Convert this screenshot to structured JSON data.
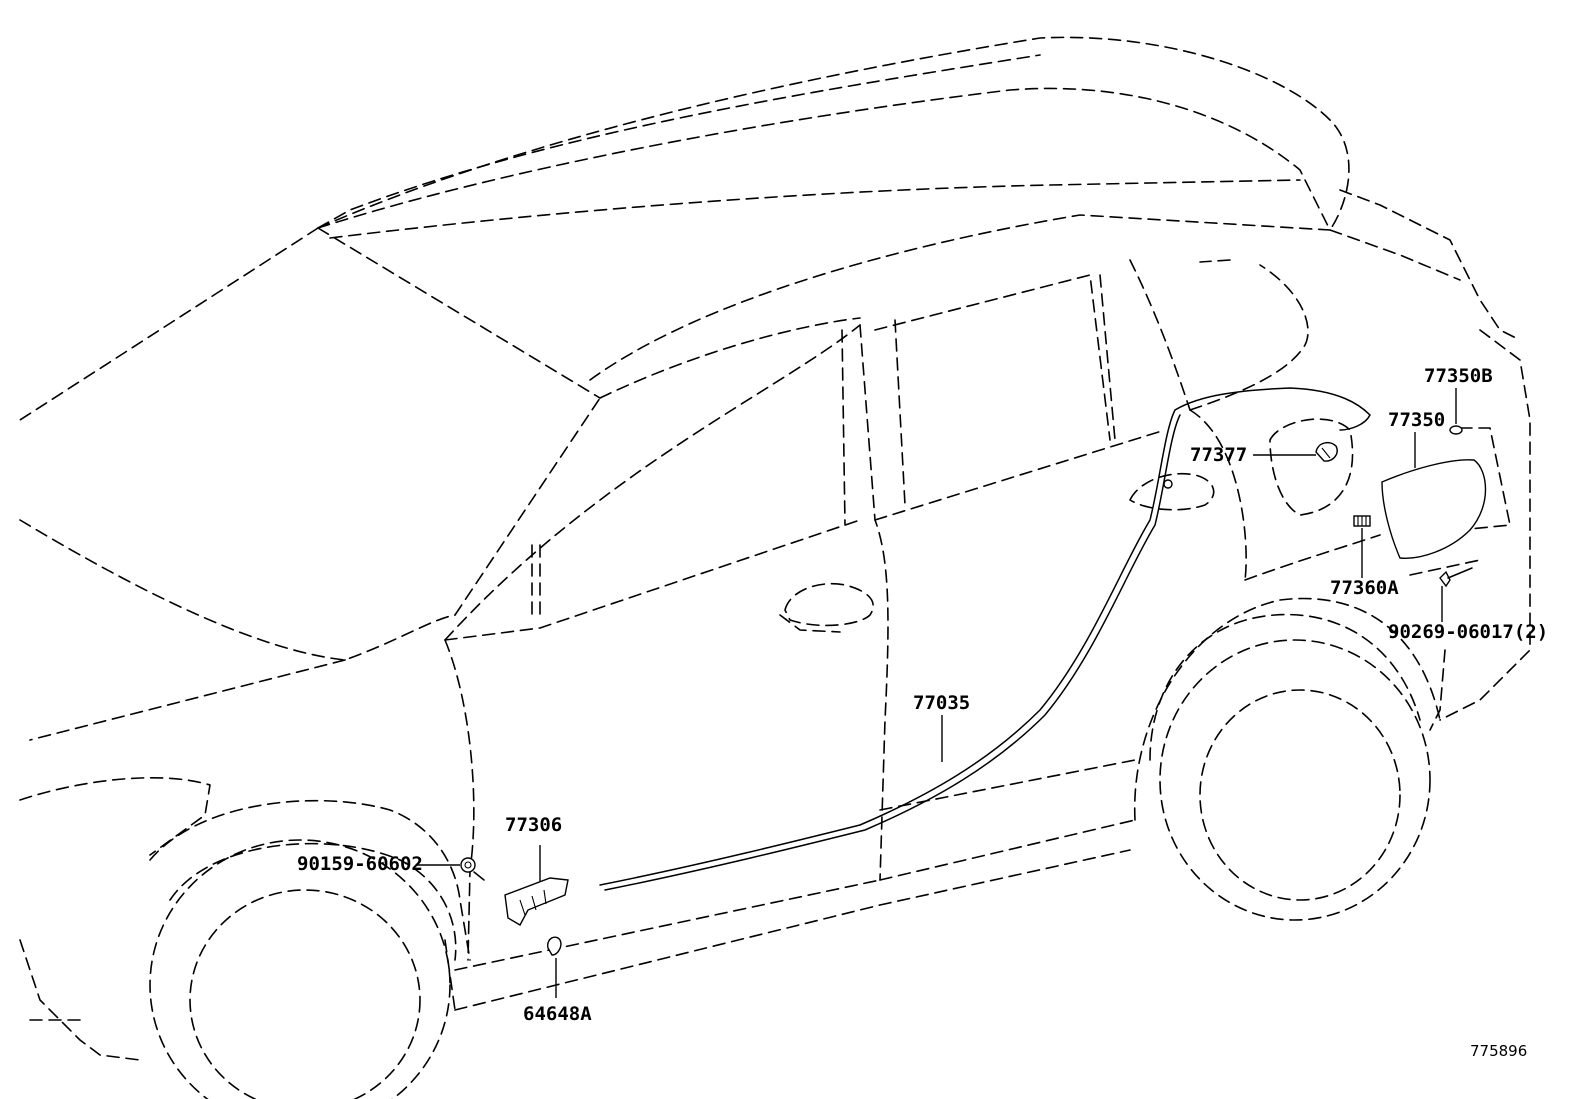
{
  "callouts": {
    "c77350B": "77350B",
    "c77350": "77350",
    "c77377": "77377",
    "c77360A": "77360A",
    "c90269": "90269-06017(2)",
    "c77035": "77035",
    "c77306": "77306",
    "c90159": "90159-60602",
    "c64648A": "64648A"
  },
  "figure_number": "775896"
}
